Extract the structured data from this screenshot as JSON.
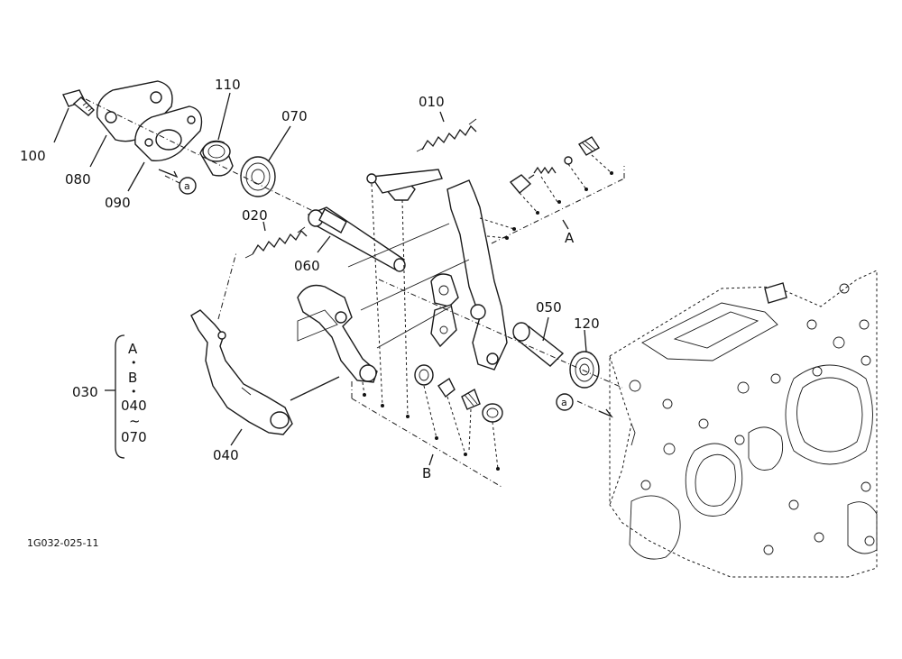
{
  "diagram": {
    "part_labels": {
      "p100": "100",
      "p080": "080",
      "p090": "090",
      "p110": "110",
      "p070": "070",
      "p010": "010",
      "p020": "020",
      "p060": "060",
      "p050": "050",
      "p120": "120",
      "p040": "040",
      "p030": "030"
    },
    "callouts": {
      "a_top": "a",
      "a_right": "a",
      "A": "A",
      "B": "B"
    },
    "group_030": {
      "line1": "A",
      "line2": "•",
      "line3": "B",
      "line4": "•",
      "line5": "040",
      "line6": "~",
      "line7": "070"
    },
    "figure_code": "1G032-025-11"
  }
}
